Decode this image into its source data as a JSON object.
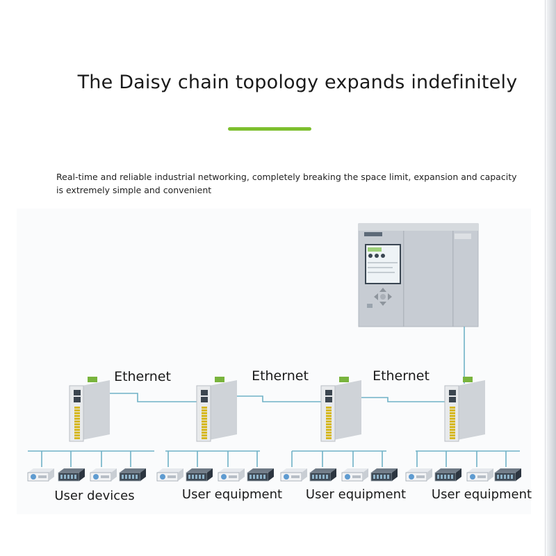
{
  "title": "The Daisy chain topology expands indefinitely",
  "subtitle": "Real-time and reliable industrial networking, completely breaking the space limit, expansion and capacity is extremely simple and convenient",
  "colors": {
    "accent": "#7dbf2e",
    "link": "#6fb2c6",
    "module_body": "#e8eaec",
    "terminal": "#d6b81f",
    "plc_body": "#c7ccd3"
  },
  "links": [
    {
      "label": "Ethernet"
    },
    {
      "label": "Ethernet"
    },
    {
      "label": "Ethernet"
    }
  ],
  "groups": [
    {
      "label": "User devices"
    },
    {
      "label": "User equipment"
    },
    {
      "label": "User equipment"
    },
    {
      "label": "User equipment"
    }
  ],
  "icons": {
    "controller": "plc-controller-icon",
    "module": "io-module-icon",
    "device": "user-device-icon"
  }
}
